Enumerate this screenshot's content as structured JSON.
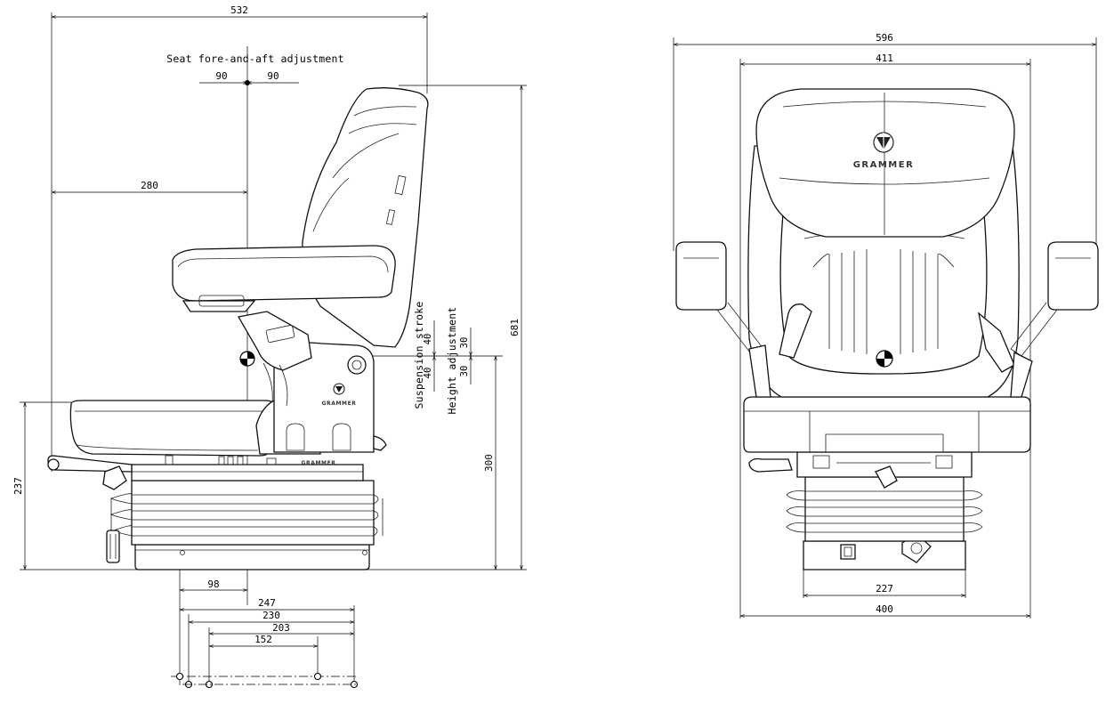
{
  "side_view": {
    "overall_depth": "532",
    "fore_aft_label": "Seat fore-and-aft adjustment",
    "fore_aft_back": "90",
    "fore_aft_forward": "90",
    "reference_to_front": "280",
    "overall_height": "681",
    "suspension_label": "Suspension stroke",
    "suspension_up": "40",
    "suspension_down": "40",
    "height_label": "Height adjustment",
    "height_up": "30",
    "height_down": "30",
    "seat_height": "300",
    "cushion_height": "237",
    "reference_offset": "98",
    "mount_247": "247",
    "mount_230": "230",
    "mount_203": "203",
    "mount_152": "152",
    "base_brand": "GRAMMER",
    "side_brand": "GRAMMER"
  },
  "front_view": {
    "overall_width": "596",
    "backrest_width": "411",
    "mount_width": "227",
    "base_width": "400",
    "brand": "GRAMMER"
  },
  "icons": [
    "grammer-logo",
    "center-of-gravity-marker"
  ],
  "colors": {
    "line": "#000000",
    "background": "#ffffff"
  }
}
